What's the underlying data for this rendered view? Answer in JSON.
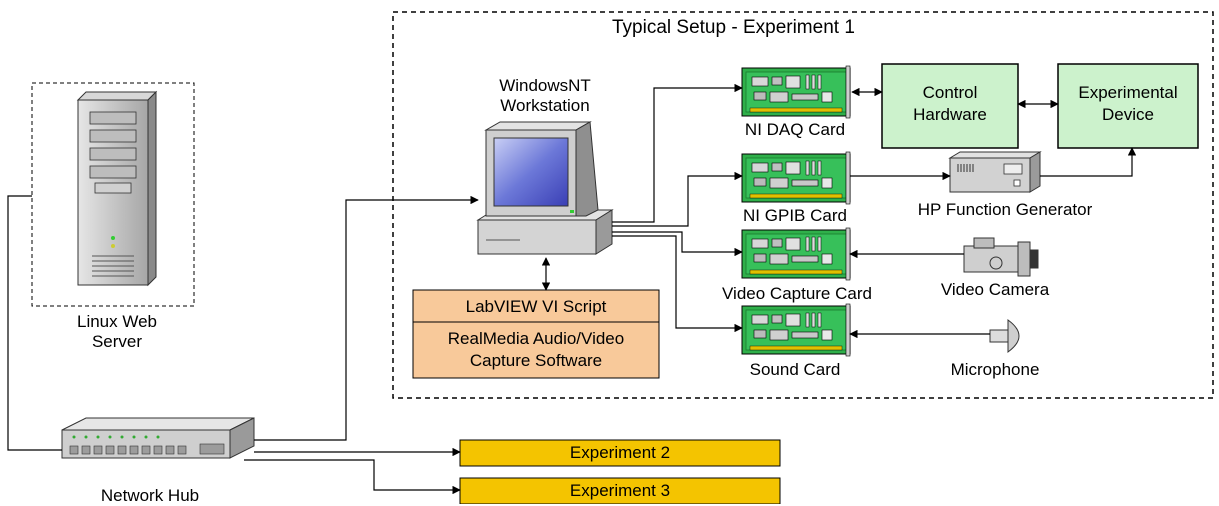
{
  "diagram": {
    "setup_title": "Typical Setup - Experiment 1",
    "server_label_line1": "Linux Web",
    "server_label_line2": "Server",
    "hub_label": "Network Hub",
    "workstation_label_line1": "WindowsNT",
    "workstation_label_line2": "Workstation",
    "software": {
      "labview": "LabVIEW VI Script",
      "realmedia_line1": "RealMedia Audio/Video",
      "realmedia_line2": "Capture Software"
    },
    "cards": {
      "daq": "NI DAQ Card",
      "gpib": "NI GPIB Card",
      "video": "Video Capture Card",
      "sound": "Sound Card"
    },
    "devices": {
      "control_line1": "Control",
      "control_line2": "Hardware",
      "experimental_line1": "Experimental",
      "experimental_line2": "Device",
      "function_generator": "HP Function Generator",
      "video_camera": "Video Camera",
      "microphone": "Microphone"
    },
    "experiments": {
      "exp2": "Experiment 2",
      "exp3": "Experiment 3"
    },
    "colors": {
      "card_green": "#22a83a",
      "hardware_box": "#ccf2cc",
      "software_box": "#f8c99a",
      "experiment_bar": "#f4c400"
    }
  }
}
